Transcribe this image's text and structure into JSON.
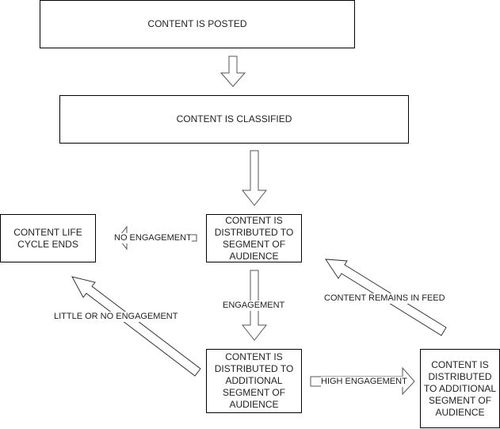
{
  "nodes": {
    "posted": "CONTENT IS POSTED",
    "classified": "CONTENT IS CLASSIFIED",
    "life_cycle_ends": "CONTENT LIFE CYCLE ENDS",
    "distributed_segment": "CONTENT IS DISTRIBUTED TO SEGMENT OF AUDIENCE",
    "distributed_additional": "CONTENT IS DISTRIBUTED TO ADDITIONAL SEGMENT OF AUDIENCE",
    "distributed_additional_2": "CONTENT IS DISTRIBUTED TO ADDITIONAL SEGMENT OF AUDIENCE"
  },
  "edges": {
    "no_engagement": "NO ENGAGEMENT",
    "engagement": "ENGAGEMENT",
    "little_or_no_engagement": "LITTLE OR NO ENGAGEMENT",
    "content_remains_in_feed": "CONTENT REMAINS IN FEED",
    "high_engagement": "HIGH ENGAGEMENT"
  }
}
